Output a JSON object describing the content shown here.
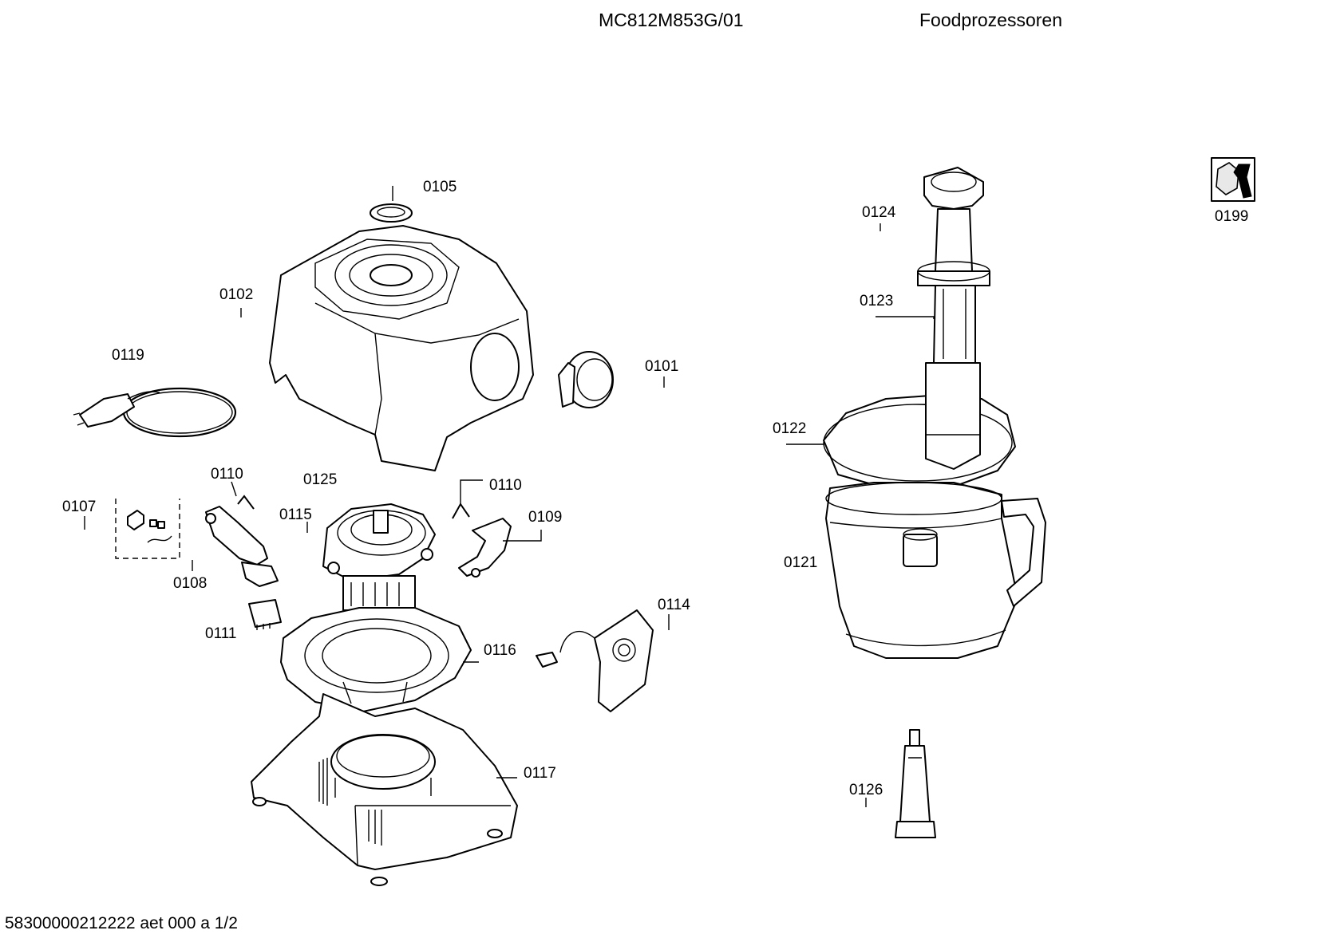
{
  "header": {
    "model": "MC812M853G/01",
    "category": "Foodprozessoren"
  },
  "footer": {
    "document_id": "58300000212222 aet 000 a 1/2"
  },
  "parts": [
    {
      "id": "p0105",
      "label": "0105"
    },
    {
      "id": "p0102",
      "label": "0102"
    },
    {
      "id": "p0119",
      "label": "0119"
    },
    {
      "id": "p0101",
      "label": "0101"
    },
    {
      "id": "p0110a",
      "label": "0110"
    },
    {
      "id": "p0125",
      "label": "0125"
    },
    {
      "id": "p0110b",
      "label": "0110"
    },
    {
      "id": "p0107",
      "label": "0107"
    },
    {
      "id": "p0115",
      "label": "0115"
    },
    {
      "id": "p0109",
      "label": "0109"
    },
    {
      "id": "p0108",
      "label": "0108"
    },
    {
      "id": "p0114",
      "label": "0114"
    },
    {
      "id": "p0111",
      "label": "0111"
    },
    {
      "id": "p0116",
      "label": "0116"
    },
    {
      "id": "p0117",
      "label": "0117"
    },
    {
      "id": "p0124",
      "label": "0124"
    },
    {
      "id": "p0123",
      "label": "0123"
    },
    {
      "id": "p0122",
      "label": "0122"
    },
    {
      "id": "p0121",
      "label": "0121"
    },
    {
      "id": "p0126",
      "label": "0126"
    },
    {
      "id": "p0199",
      "label": "0199"
    }
  ],
  "icons": {
    "service": "wrench-service-icon"
  }
}
